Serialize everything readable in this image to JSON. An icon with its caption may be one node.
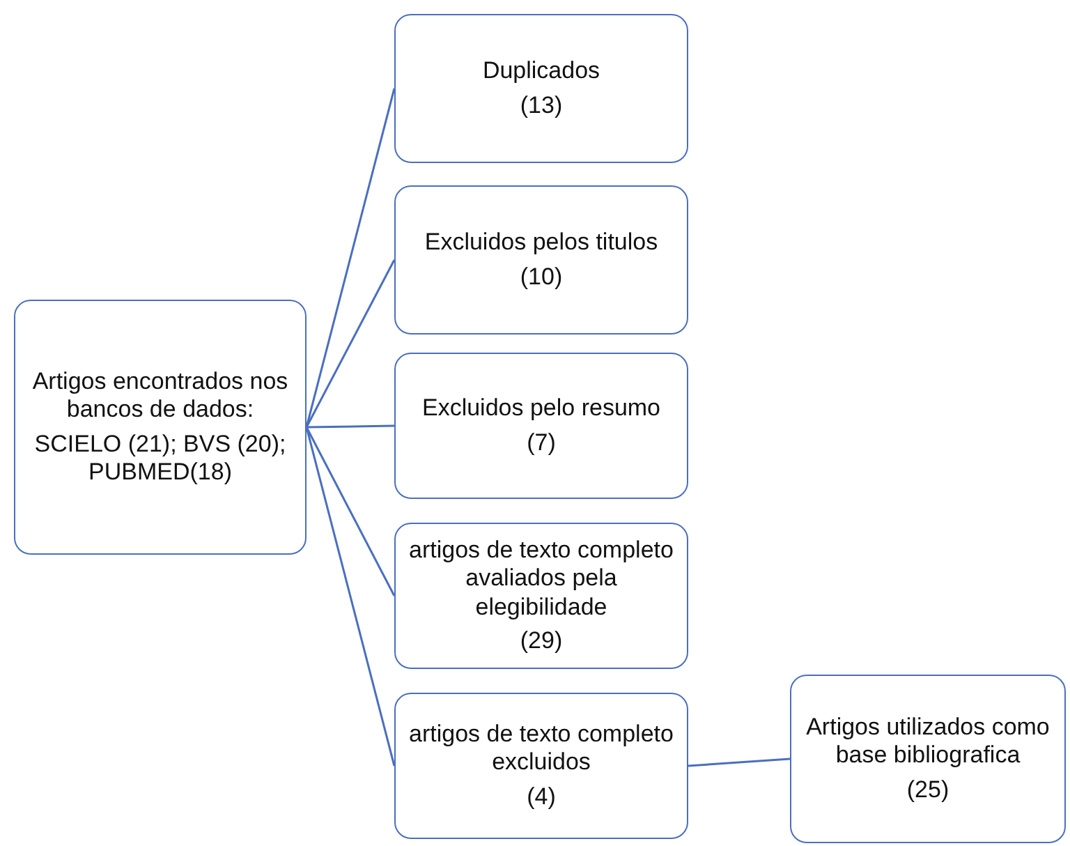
{
  "diagram": {
    "nodes": [
      {
        "text": [
          "Artigos encontrados nos bancos de dados:",
          "SCIELO (21); BVS (20); PUBMED(18)"
        ]
      },
      {
        "text": [
          "Duplicados",
          "(13)"
        ]
      },
      {
        "text": [
          "Excluidos pelos titulos",
          "(10)"
        ]
      },
      {
        "text": [
          "Excluidos pelo resumo",
          "(7)"
        ]
      },
      {
        "text": [
          "artigos de texto completo avaliados pela elegibilidade",
          "(29)"
        ]
      },
      {
        "text": [
          "artigos de texto completo excluidos",
          "(4)"
        ]
      },
      {
        "text": [
          "Artigos utilizados como  base bibliografica",
          "(25)"
        ]
      }
    ],
    "edges": [
      {
        "from": 0,
        "to": 1,
        "arrow": "none"
      },
      {
        "from": 0,
        "to": 2,
        "arrow": "none"
      },
      {
        "from": 0,
        "to": 3,
        "arrow": "none"
      },
      {
        "from": 0,
        "to": 4,
        "arrow": "none"
      },
      {
        "from": 0,
        "to": 5,
        "arrow": "none"
      },
      {
        "from": 5,
        "to": 6,
        "arrow": "none"
      }
    ]
  }
}
